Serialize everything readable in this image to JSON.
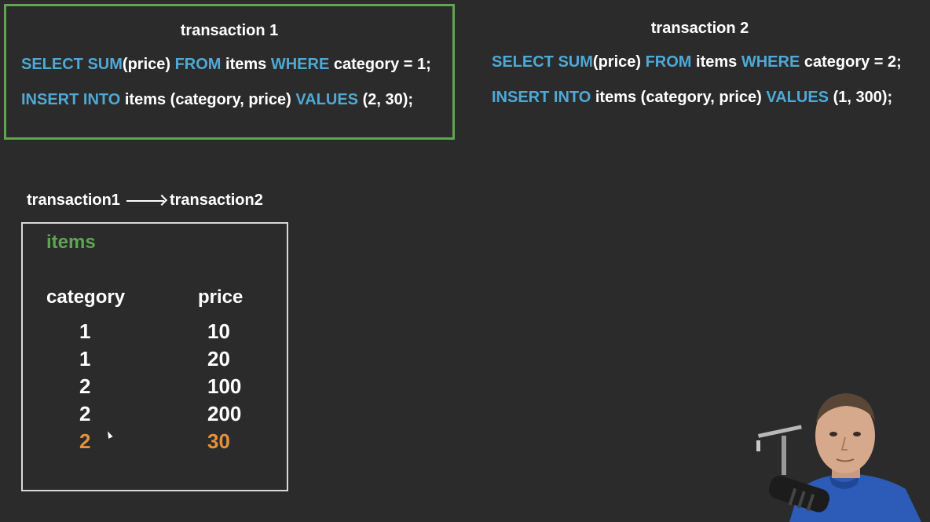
{
  "transaction1": {
    "title": "transaction 1",
    "line1": {
      "kw1": "SELECT SUM",
      "t1": "(price)",
      "kw2": "FROM",
      "t2": "items",
      "kw3": "WHERE",
      "t3": "category = 1;"
    },
    "line2": {
      "kw1": "INSERT INTO",
      "t1": "items (category, price)",
      "kw2": "VALUES",
      "t2": "(2, 30);"
    }
  },
  "transaction2": {
    "title": "transaction 2",
    "line1": {
      "kw1": "SELECT SUM",
      "t1": "(price)",
      "kw2": "FROM",
      "t2": "items",
      "kw3": "WHERE",
      "t3": "category = 2;"
    },
    "line2": {
      "kw1": "INSERT INTO",
      "t1": "items (category, price)",
      "kw2": "VALUES",
      "t2": "(1, 300);"
    }
  },
  "order": {
    "from": "transaction1",
    "to": "transaction2"
  },
  "items_table": {
    "title": "items",
    "headers": [
      "category",
      "price"
    ],
    "rows": [
      {
        "category": "1",
        "price": "10"
      },
      {
        "category": "1",
        "price": "20"
      },
      {
        "category": "2",
        "price": "100"
      },
      {
        "category": "2",
        "price": "200"
      },
      {
        "category": "2",
        "price": "30"
      }
    ]
  },
  "colors": {
    "background": "#2b2b2b",
    "keyword": "#4fa9d6",
    "active_border": "#5ea64f",
    "table_title": "#5ea64f",
    "highlight_row": "#e5913a"
  }
}
